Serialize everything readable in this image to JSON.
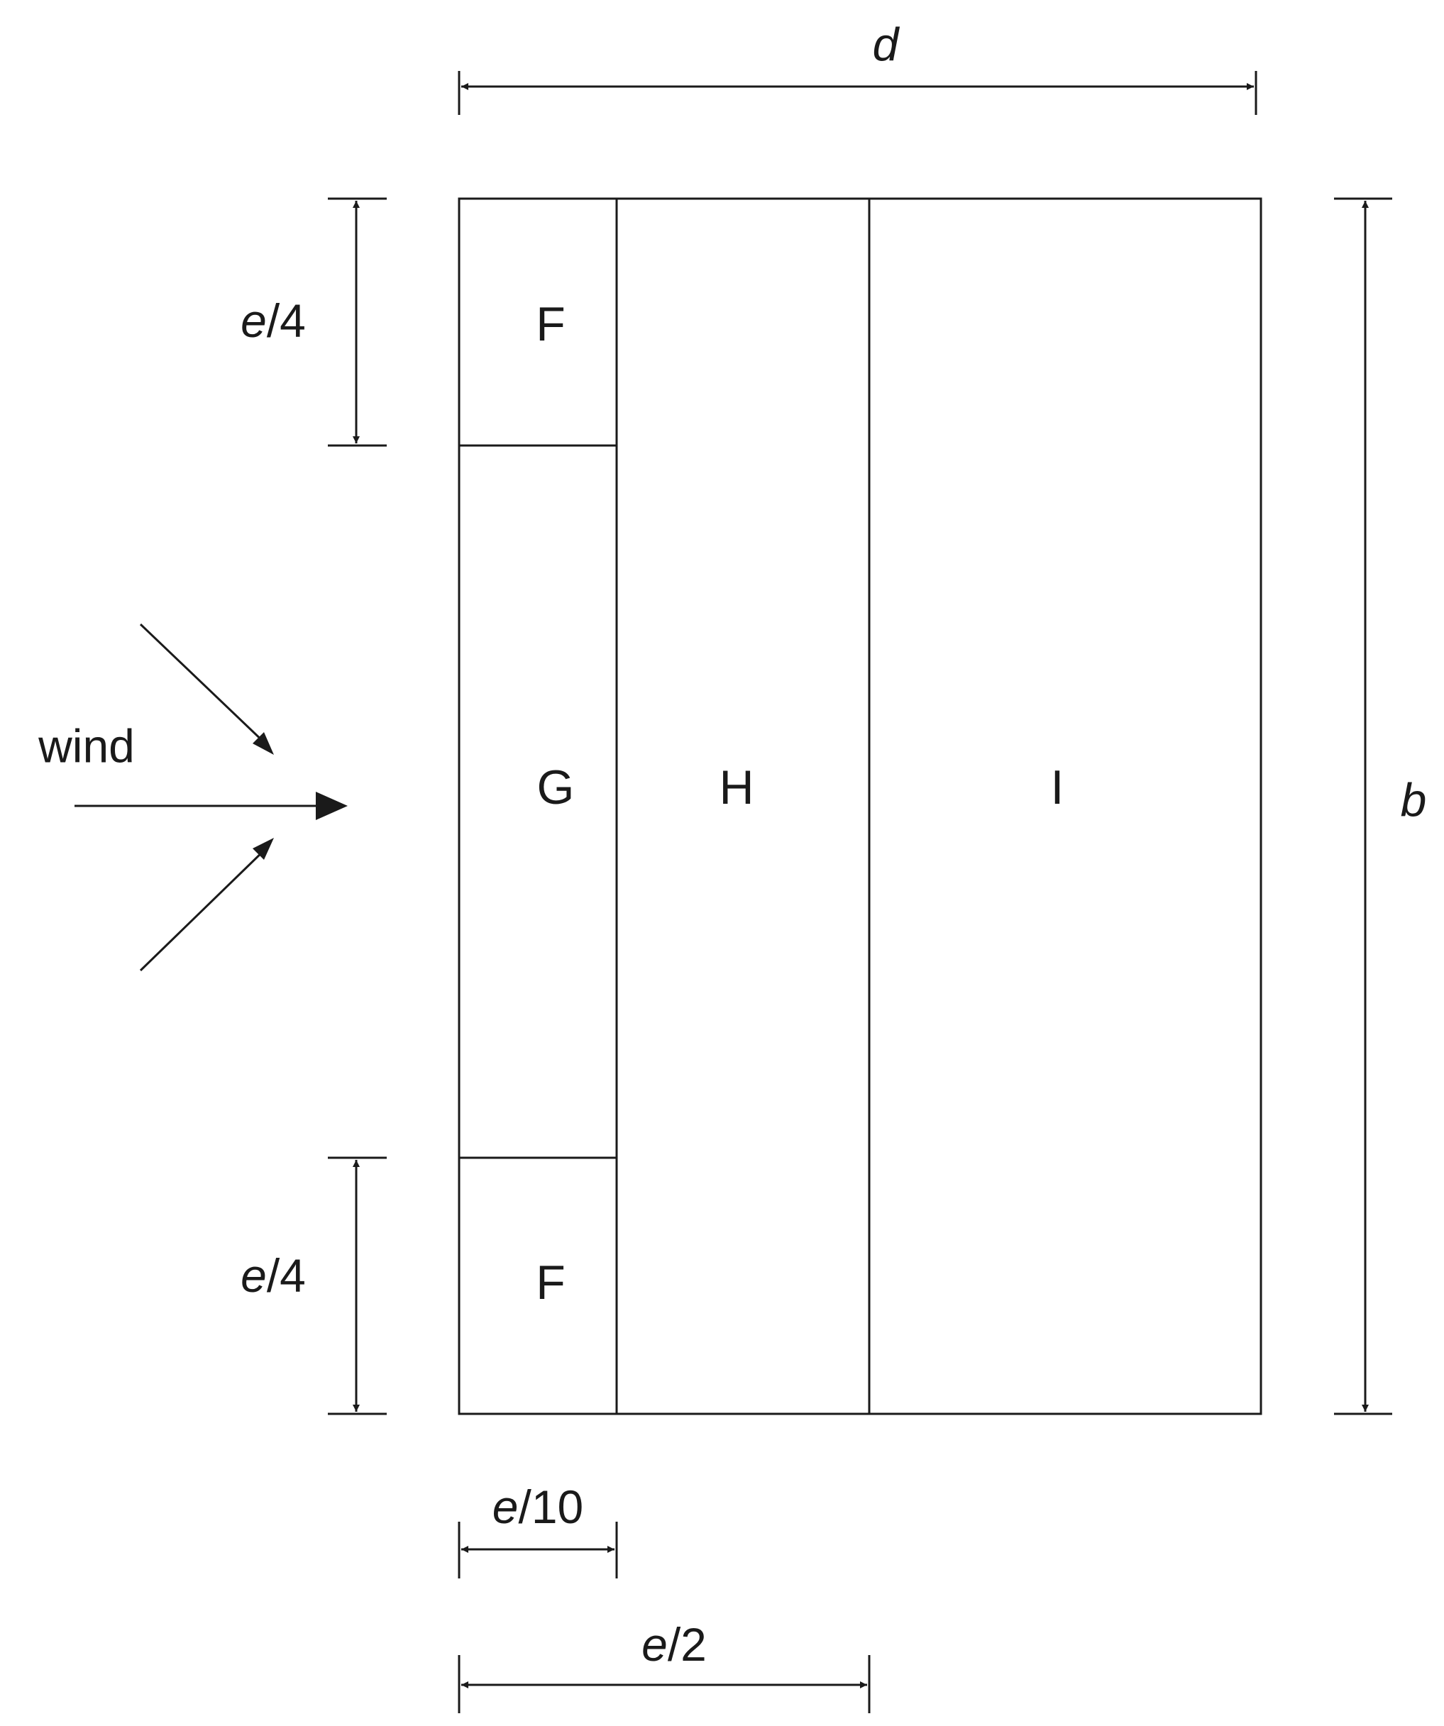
{
  "zones": {
    "f_top": "F",
    "g": "G",
    "h": "H",
    "i": "I",
    "f_bottom": "F"
  },
  "dimensions": {
    "d": {
      "var": "d"
    },
    "b": {
      "var": "b"
    },
    "e4_top": {
      "var": "e",
      "rest": "/4"
    },
    "e4_bottom": {
      "var": "e",
      "rest": "/4"
    },
    "e10": {
      "var": "e",
      "rest": "/10"
    },
    "e2": {
      "var": "e",
      "rest": "/2"
    }
  },
  "wind_label": "wind"
}
